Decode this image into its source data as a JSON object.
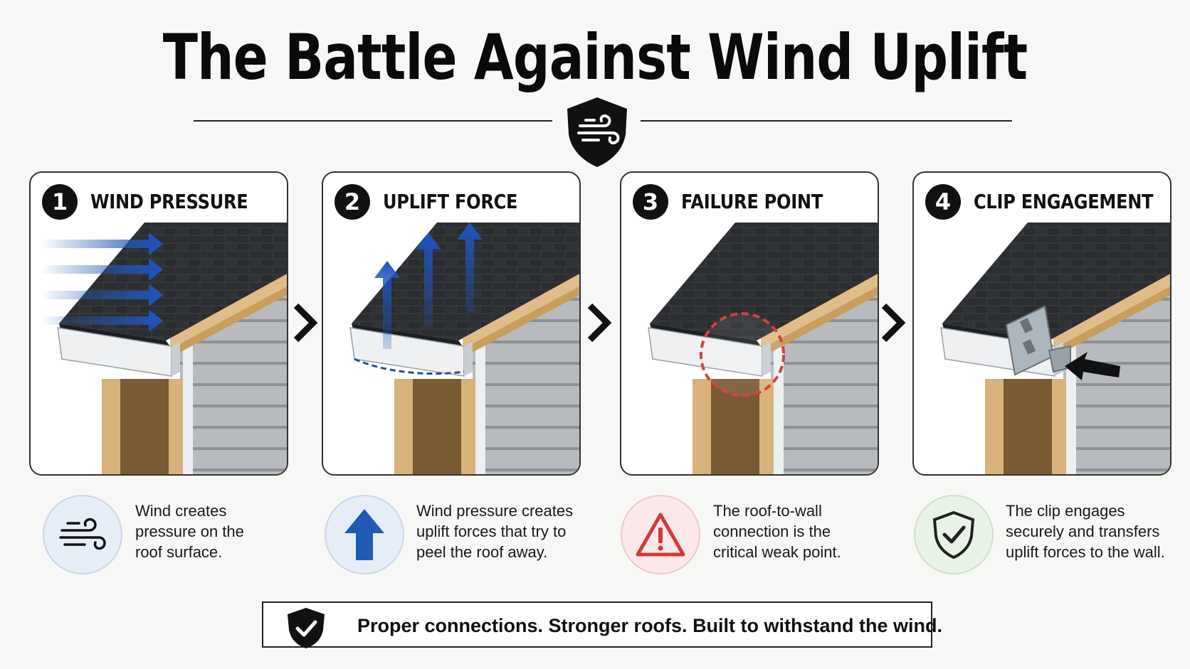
{
  "title": "The Battle Against Wind Uplift",
  "steps": [
    {
      "number": "1",
      "title": "WIND PRESSURE",
      "description": "Wind creates pressure on the roof surface.",
      "icon": "wind-icon",
      "icon_color": "#2a5bb0",
      "icon_bg": "#e6edf7"
    },
    {
      "number": "2",
      "title": "UPLIFT FORCE",
      "description": "Wind pressure creates uplift forces that try to peel the roof away.",
      "icon": "up-arrow-icon",
      "icon_color": "#1f5bb5",
      "icon_bg": "#e6edf7"
    },
    {
      "number": "3",
      "title": "FAILURE POINT",
      "description": "The roof-to-wall connection is the critical weak point.",
      "icon": "warning-icon",
      "icon_color": "#d23a3a",
      "icon_bg": "#fbe9e9"
    },
    {
      "number": "4",
      "title": "CLIP ENGAGEMENT",
      "description": "The clip engages securely and transfers uplift forces to the wall.",
      "icon": "shield-check-icon",
      "icon_color": "#222222",
      "icon_bg": "#e8f2e6"
    }
  ],
  "footer": {
    "text": "Proper connections. Stronger roofs. Built to withstand the wind.",
    "icon": "shield-check-icon"
  },
  "colors": {
    "accent_blue": "#2a5bb0",
    "warning_red": "#d23a3a",
    "shingle": "#2f3133",
    "lumber": "#d8b27a",
    "siding": "#b9bcbf"
  }
}
